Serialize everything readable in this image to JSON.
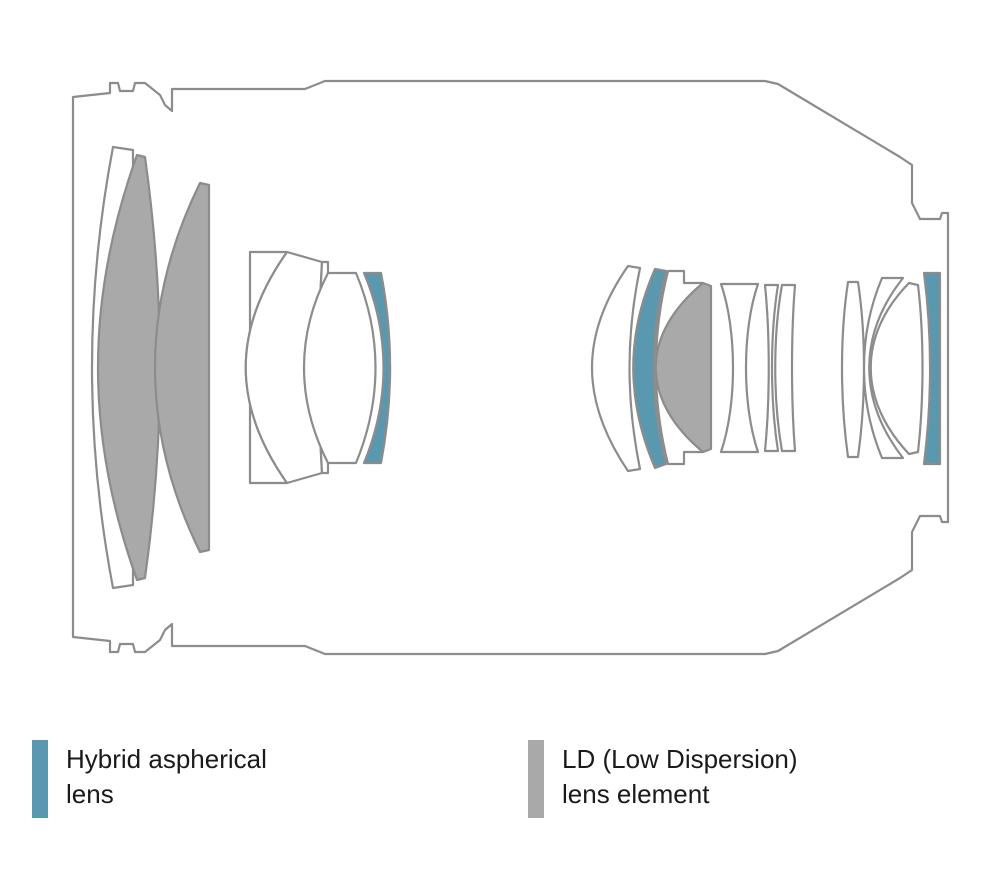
{
  "colors": {
    "outline": "#8c8c8c",
    "hybrid_fill": "#5a98b0",
    "ld_fill": "#a9a9a9",
    "background": "#ffffff"
  },
  "legend": [
    {
      "kind": "hybrid",
      "lines": [
        "Hybrid aspherical",
        "lens"
      ],
      "color": "#5a98b0"
    },
    {
      "kind": "ld",
      "lines": [
        "LD (Low Dispersion)",
        "lens element"
      ],
      "color": "#a9a9a9"
    }
  ]
}
